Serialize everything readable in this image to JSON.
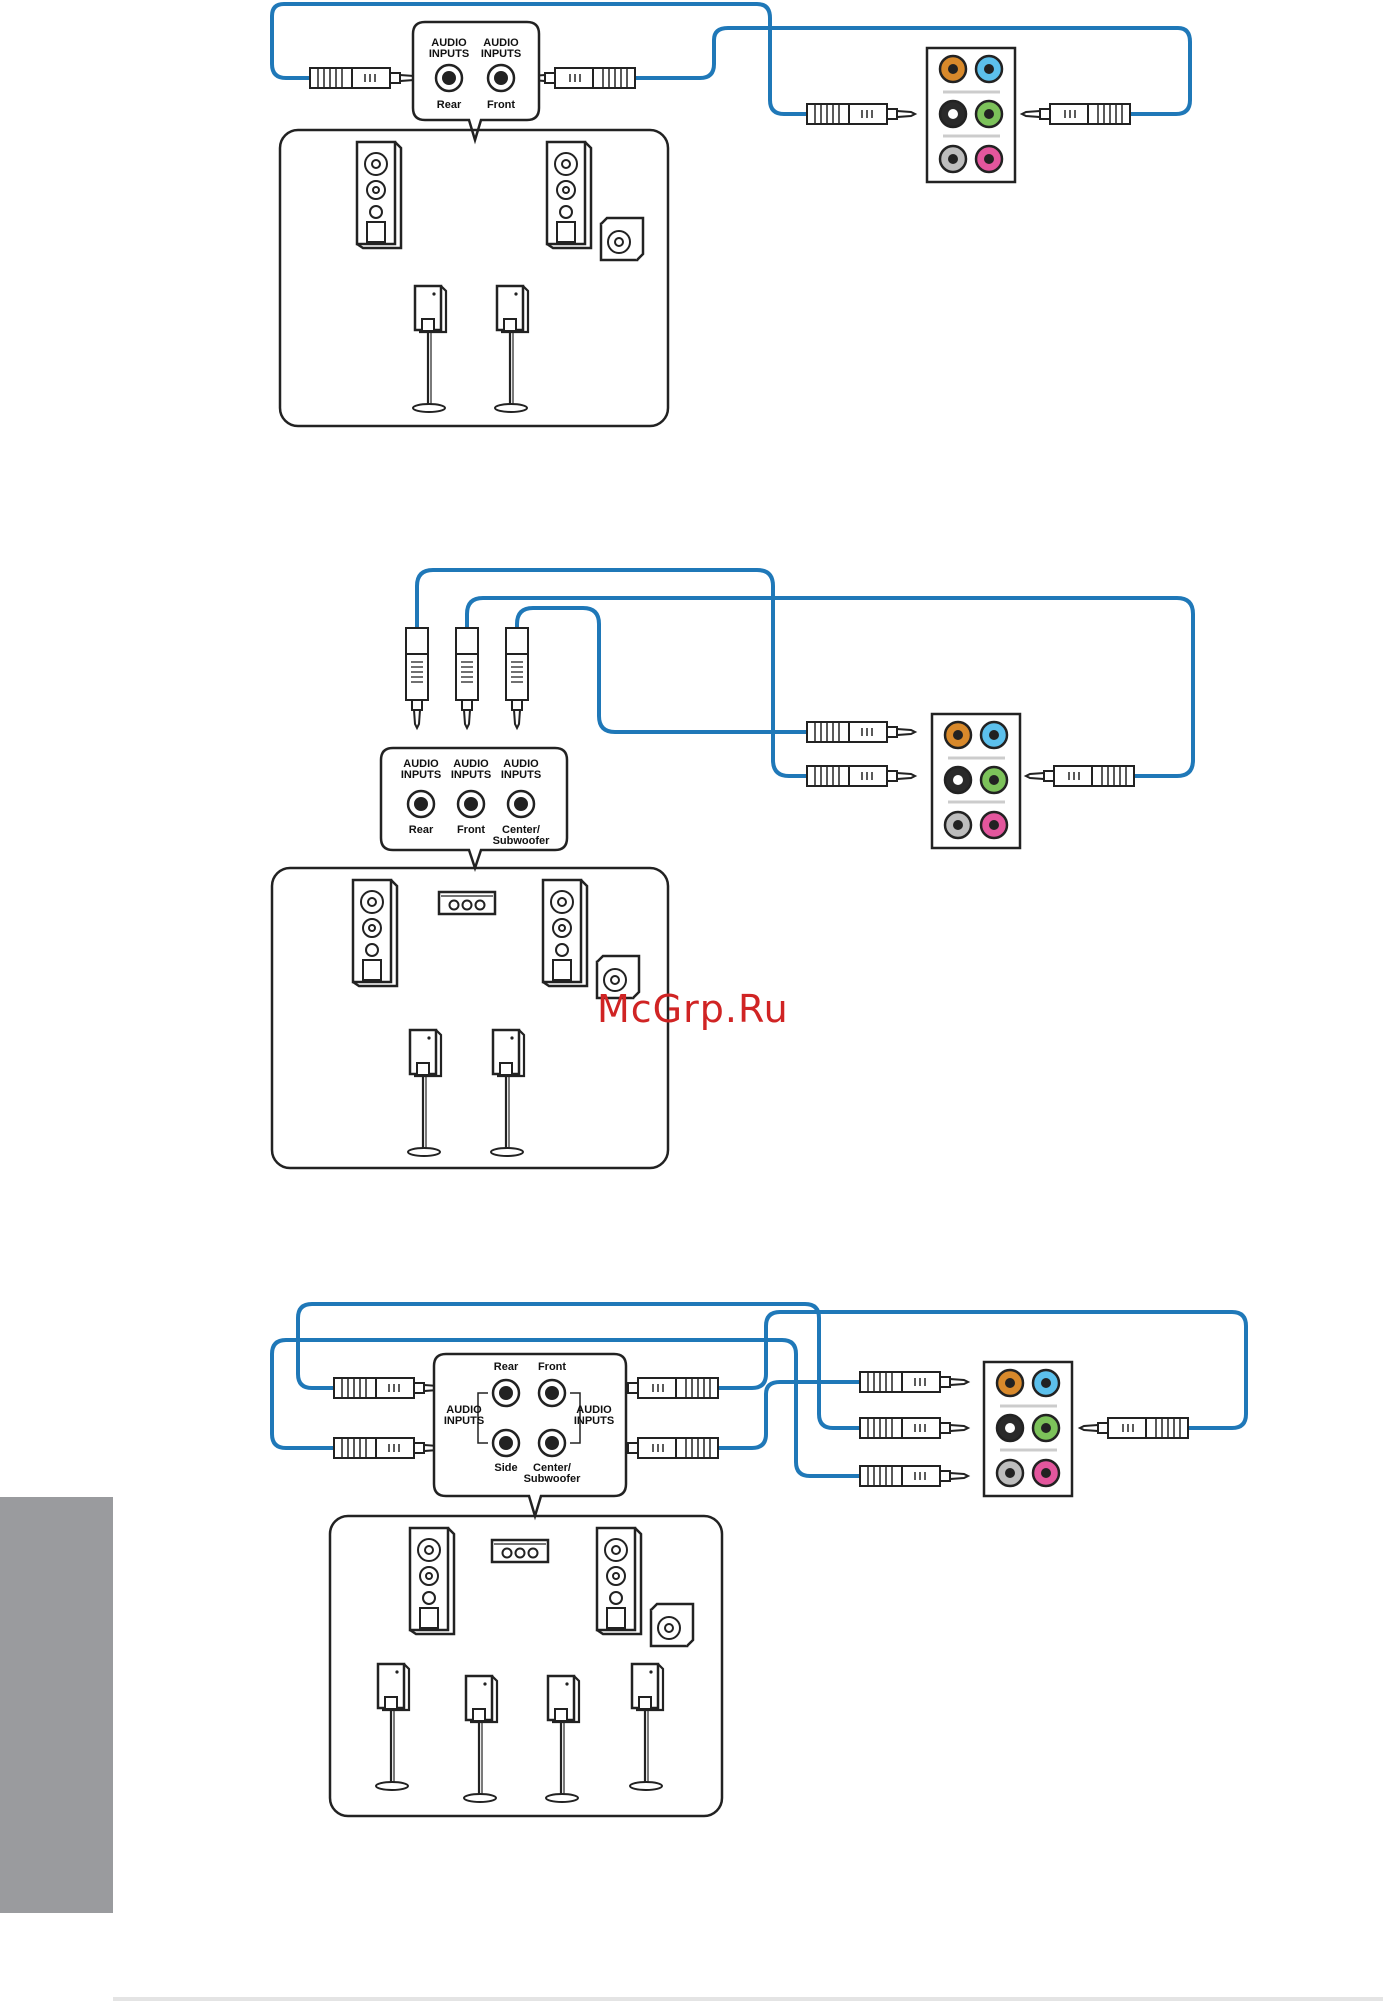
{
  "diagram1": {
    "labels": {
      "audio_inputs": "AUDIO\nINPUTS",
      "rear": "Rear",
      "front": "Front"
    }
  },
  "diagram2": {
    "labels": {
      "audio_inputs": "AUDIO\nINPUTS",
      "rear": "Rear",
      "front": "Front",
      "center_subwoofer": "Center/\nSubwoofer"
    }
  },
  "diagram3": {
    "labels": {
      "audio_inputs": "AUDIO\nINPUTS",
      "rear": "Rear",
      "front": "Front",
      "side": "Side",
      "center_subwoofer": "Center/\nSubwoofer"
    }
  },
  "watermark": "McGrp.Ru",
  "colors": {
    "cable": "#1f78b8",
    "jack_orange": "#d8892b",
    "jack_blue": "#5cc0ec",
    "jack_black": "#2a2a2a",
    "jack_green": "#7cc25a",
    "jack_gray": "#bdbdbd",
    "jack_pink": "#e3569d",
    "side_tab": "#9a9b9e"
  }
}
